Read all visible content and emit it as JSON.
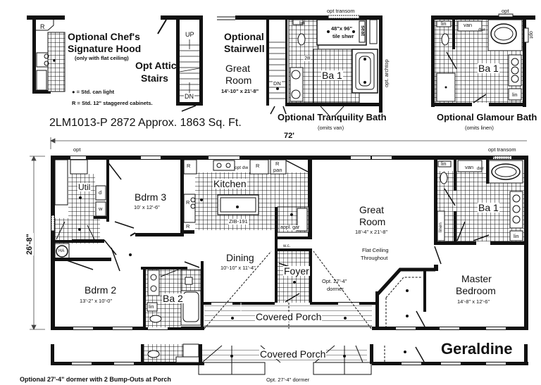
{
  "plan": {
    "model_line": "2LM1013-P 2872 Approx. 1863 Sq. Ft.",
    "model_name": "Geraldine",
    "width_dim": "72'",
    "depth_dim": "26'-8\"",
    "bottom_caption": "Optional 27'-4\" dormer with 2 Bump-Outs at Porch"
  },
  "insets": {
    "chef_hood": {
      "title_line1": "Optional Chef's",
      "title_line2": "Signature Hood",
      "note": "(only with flat ceiling)",
      "cabinet_label": "R"
    },
    "legend": {
      "can_light": "● = Std. can light",
      "cabinets": "R = Std. 12\" staggered cabinets."
    },
    "attic_stairs": {
      "title_line1": "Opt Attic",
      "title_line2": "Stairs",
      "up": "UP",
      "dn": "DN"
    },
    "stairwell": {
      "title_line1": "Optional",
      "title_line2": "Stairwell",
      "room_line1": "Great",
      "room_line2": "Room",
      "room_dims": "14'-10\" x 21'-8\"",
      "dn": "DN"
    },
    "tranquility_bath": {
      "title": "Optional Tranquility Bath",
      "note": "(omits van)",
      "transom": "opt transom",
      "shower": "48\"x 96\"",
      "shower2": "tile shwr",
      "seat": "seat",
      "archtop": "opt. archtop",
      "room": "Ba 1",
      "lin": "lin",
      "num": "28",
      "dwr": "dwr"
    },
    "glamour_bath": {
      "title": "Optional Glamour Bath",
      "note": "(omits linen)",
      "opt_top": "opt",
      "opt_side": "opt",
      "van": "van",
      "dwr": "dwr",
      "lin_top": "lin",
      "lin_bottom": "lin",
      "room": "Ba 1"
    }
  },
  "rooms": {
    "util": {
      "name": "Util",
      "d": "d",
      "w": "w",
      "ha": "HA",
      "opt": "opt"
    },
    "bdrm3": {
      "name": "Bdrm 3",
      "dims": "10' x 12'-6\""
    },
    "kitchen": {
      "name": "Kitchen",
      "island": "ZIB-191",
      "r": "R",
      "pan": "pan",
      "opt_dw": "opt dw",
      "appl_gar": "appl. gar"
    },
    "great_room": {
      "name_line1": "Great",
      "name_line2": "Room",
      "dims": "18'-4\" x 21'-8\"",
      "note_line1": "Flat Ceiling",
      "note_line2": "Throughout"
    },
    "ba1": {
      "name": "Ba 1",
      "lin": "lin",
      "linen": "linen",
      "van": "van",
      "dwr": "dwr",
      "transom": "opt transom"
    },
    "dining": {
      "name": "Dining",
      "dims": "10'-10\" x 11'-4\""
    },
    "foyer": {
      "name": "Foyer",
      "wc": "w.c."
    },
    "dormer": {
      "line1": "Opt. 27'-4\"",
      "line2": "dormer"
    },
    "bdrm2": {
      "name": "Bdrm 2",
      "dims": "13'-2\" x 10'-0\""
    },
    "ba2": {
      "name": "Ba 2",
      "lin": "lin"
    },
    "master": {
      "name_line1": "Master",
      "name_line2": "Bedroom",
      "dims": "14'-8\" x 12'-6\""
    },
    "porch": {
      "name": "Covered Porch"
    }
  },
  "alt_porch": {
    "name": "Covered Porch",
    "dormer": "Opt. 27'-4\" dormer"
  }
}
